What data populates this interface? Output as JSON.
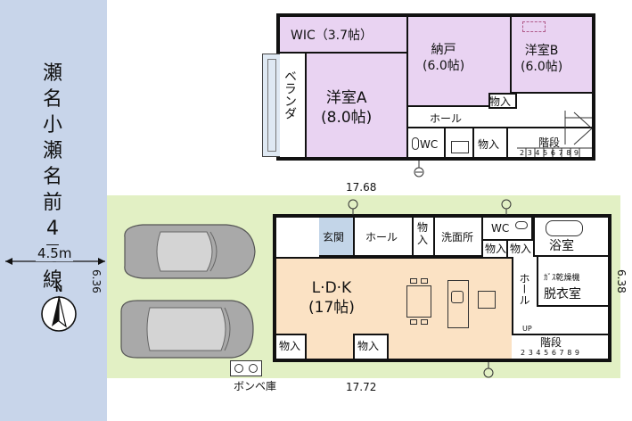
{
  "road": {
    "name": "瀬\n名\n小\n瀬\n名\n前\n4\n号\n線",
    "width": "4.5m"
  },
  "dimensions": {
    "top_width": "17.68",
    "bottom_width": "17.72",
    "left_depth": "6.36",
    "right_depth": "6.38"
  },
  "second_floor": {
    "wic": "WIC（3.7帖）",
    "storage": "納戸\n(6.0帖)",
    "bedroom_b": "洋室B\n(6.0帖)",
    "veranda": "ベランダ",
    "bedroom_a": "洋室A\n(8.0帖)",
    "closet_1": "物入",
    "hall": "ホール",
    "wc": "WC",
    "closet_2": "物入",
    "stairs": "階段"
  },
  "first_floor": {
    "entrance": "玄関",
    "hall": "ホール",
    "closet_1": "物入",
    "washroom": "洗面所",
    "wc": "WC",
    "closet_2": "物入",
    "closet_3": "物入",
    "bath": "浴室",
    "ldk": "L·D·K\n(17帖)",
    "hall_2": "ホール",
    "dryer": "ｶﾞｽ乾燥機",
    "dressing": "脱衣室",
    "closet_4": "物入",
    "closet_5": "物入",
    "stairs": "階段",
    "up": "UP"
  },
  "gas_storage": "ボンベ庫",
  "compass": "N",
  "stair_steps_2f": [
    "2",
    "3",
    "4",
    "5",
    "6",
    "7",
    "8",
    "9"
  ],
  "stair_steps_1f": [
    "2",
    "3",
    "4",
    "5",
    "6",
    "7",
    "8",
    "9"
  ],
  "colors": {
    "road": "#c8d5ea",
    "plot": "#e2f0c4",
    "bedroom": "#e9d3f2",
    "ldk": "#fbe2c4",
    "entrance": "#c3d5e8",
    "wall": "#111111"
  }
}
